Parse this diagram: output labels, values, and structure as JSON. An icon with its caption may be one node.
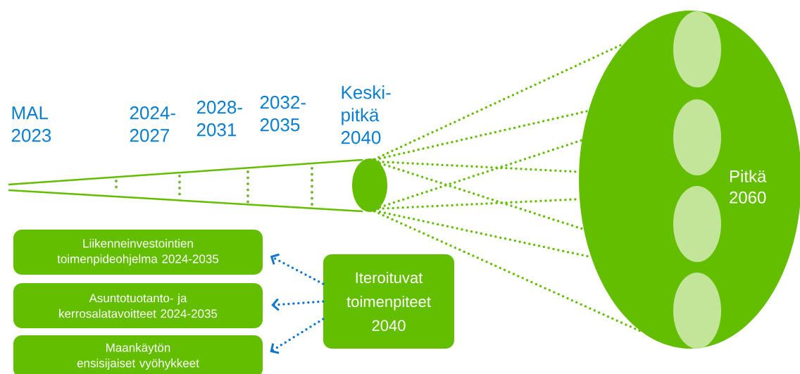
{
  "diagram": {
    "nodes": [
      {
        "text": [],
        "shape": "ellipse",
        "beside": [
          "Keski- pitkä 2040"
        ]
      },
      {
        "text": [
          "Pitkä 2060"
        ]
      },
      {
        "text": [],
        "shape": "ellipse",
        "in": 1
      },
      {
        "text": [],
        "shape": "ellipse",
        "in": 1
      },
      {
        "text": [],
        "shape": "ellipse",
        "in": 1
      },
      {
        "text": [],
        "shape": "ellipse",
        "in": 1
      },
      {
        "text": [
          "Iteroituvat toimenpiteet 2040"
        ]
      },
      {
        "text": [
          "Liikenneinvestointien toimenpideohjelma 2024-2035"
        ]
      },
      {
        "text": [
          "Asuntotuotanto- ja kerrosalatavoitteet 2024-2035"
        ]
      },
      {
        "text": [
          "Maankäytön ensisijaiset vyöhykkeet"
        ]
      }
    ],
    "edges": [
      {
        "from": 0,
        "to": 1,
        "arrow": "none",
        "style": "dashed"
      },
      {
        "from": 0,
        "to": 1,
        "arrow": "none",
        "style": "dashed"
      },
      {
        "from": 0,
        "to": 1,
        "arrow": "none",
        "style": "dashed"
      },
      {
        "from": 0,
        "to": 1,
        "arrow": "none",
        "style": "dashed"
      },
      {
        "from": 0,
        "to": 1,
        "arrow": "none",
        "style": "dashed"
      },
      {
        "from": 0,
        "to": 1,
        "arrow": "none",
        "style": "dashed"
      },
      {
        "from": 0,
        "to": 1,
        "arrow": "none",
        "style": "dashed"
      },
      {
        "from": 0,
        "to": 1,
        "arrow": "none",
        "style": "dashed"
      },
      {
        "from": 6,
        "to": 7,
        "arrow": "to",
        "style": "dashed",
        "color": "#1177cc"
      },
      {
        "from": 6,
        "to": 8,
        "arrow": "to",
        "style": "dashed",
        "color": "#1177cc"
      },
      {
        "from": 6,
        "to": 9,
        "arrow": "to",
        "style": "dashed",
        "color": "#1177cc"
      }
    ],
    "labels": [
      "MAL 2023",
      "2024- 2027",
      "2028- 2031",
      "2032- 2035"
    ]
  }
}
